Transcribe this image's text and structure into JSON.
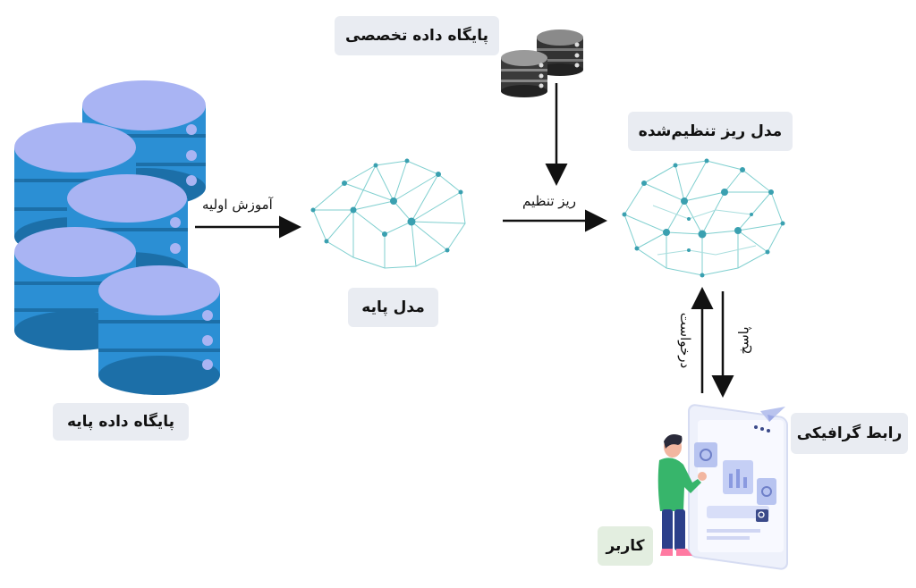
{
  "nodes": {
    "base_db": "پایگاه داده پایه",
    "expert_db": "پایگاه داده تخصصی",
    "base_model": "مدل پایه",
    "finetuned_model": "مدل ریز تنظیم‌شده",
    "gui": "رابط گرافیکی",
    "user": "کاربر"
  },
  "edges": {
    "pretraining": "آموزش اولیه",
    "finetuning": "ریز تنظیم",
    "request": "درخواست",
    "response": "پاسخ"
  },
  "colors": {
    "db_top": "#a9b4f3",
    "db_body": "#2b8fd4",
    "db_dark": "#1c6fa8",
    "expert_db": "#444444",
    "network_line": "#7fcfcf",
    "network_node": "#3aa0b0",
    "label_bg": "#e9ecf2",
    "user_label_bg": "#e3eee0"
  },
  "icons": [
    "database-stack-icon",
    "server-icon",
    "neural-network-icon",
    "person-icon",
    "dashboard-icon",
    "paper-plane-icon"
  ]
}
